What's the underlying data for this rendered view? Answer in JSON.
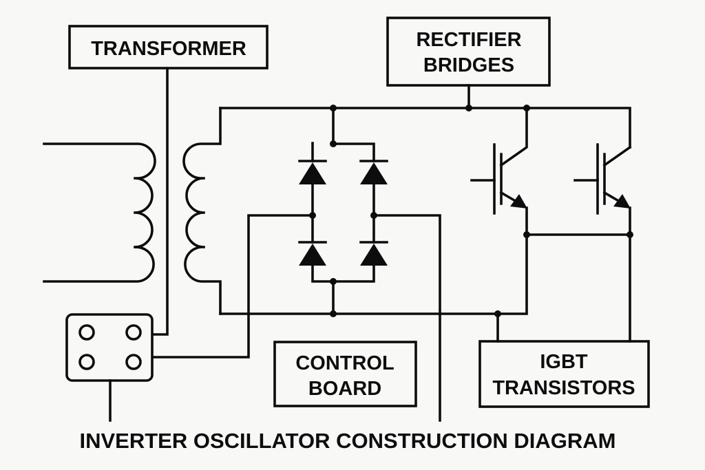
{
  "diagram": {
    "title": "INVERTER OSCILLATOR CONSTRUCTION DIAGRAM",
    "labels": {
      "transformer": "TRANSFORMER",
      "rectifier_line1": "RECTIFIER",
      "rectifier_line2": "BRIDGES",
      "control_line1": "CONTROL",
      "control_line2": "BOARD",
      "igbt_line1": "IGBT",
      "igbt_line2": "TRANSISTORS"
    },
    "components": [
      {
        "id": "transformer",
        "type": "transformer",
        "windings": 2
      },
      {
        "id": "terminal-block",
        "type": "terminal-block",
        "terminals": 4
      },
      {
        "id": "rectifier-bridge",
        "type": "diode-bridge",
        "diodes": 4
      },
      {
        "id": "igbt-1",
        "type": "igbt"
      },
      {
        "id": "igbt-2",
        "type": "igbt"
      }
    ],
    "colors": {
      "ink": "#0d0d0d",
      "background": "#f8f8f7"
    }
  }
}
